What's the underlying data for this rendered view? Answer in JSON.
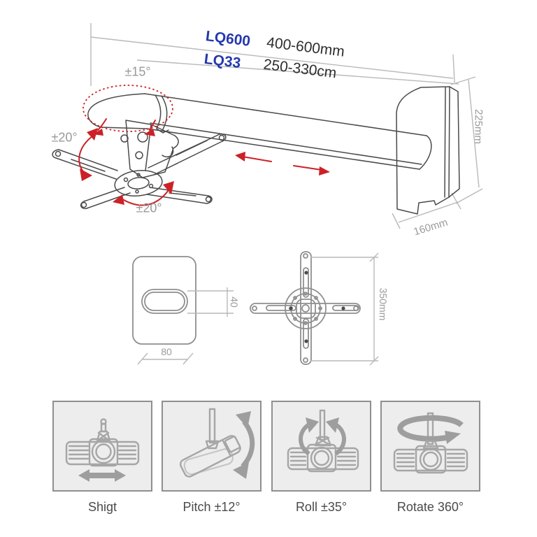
{
  "colors": {
    "accent-blue": "#2438ae",
    "arrow-red": "#cc2127",
    "line-dark": "#4a4a4a",
    "dim-line": "#b9b9b9",
    "dim-text": "#9a9a9a",
    "value-text": "#2e2e2e",
    "panel-border": "#8f8f8f",
    "panel-bg": "#ededed",
    "icon-gray": "#a6a6a6",
    "label-text": "#4a4a4a"
  },
  "product_diagram": {
    "models": [
      {
        "code": "LQ600",
        "range": "400-600mm"
      },
      {
        "code": "LQ33",
        "range": "250-330cm"
      }
    ],
    "angles": {
      "elbow_tilt": "±15°",
      "head_swivel_left": "±20°",
      "head_swivel_bottom": "±20°"
    },
    "wall_plate": {
      "height": "225mm",
      "depth": "160mm"
    }
  },
  "detail_views": {
    "plate_slot": {
      "width": "80",
      "height": "40"
    },
    "cross_bracket": {
      "span": "350mm"
    }
  },
  "feature_panels": [
    {
      "label": "Shigt",
      "icon": "shift-arrows-icon"
    },
    {
      "label": "Pitch ±12°",
      "icon": "pitch-arrow-icon"
    },
    {
      "label": "Roll ±35°",
      "icon": "roll-arrows-icon"
    },
    {
      "label": "Rotate 360°",
      "icon": "rotate-ellipse-icon"
    }
  ]
}
